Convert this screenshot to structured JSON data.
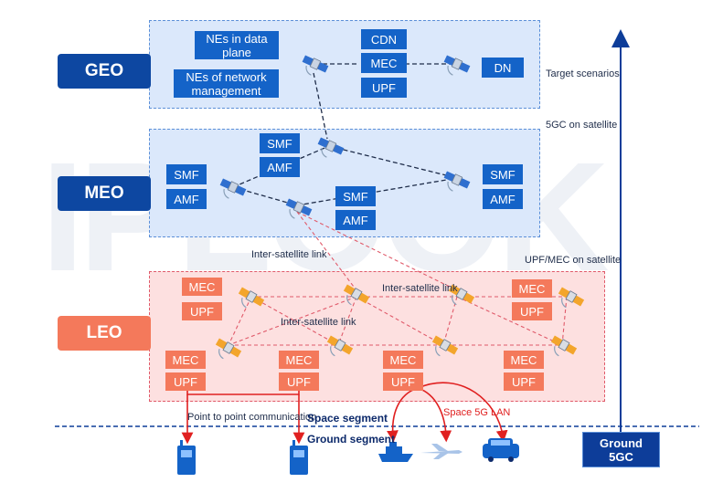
{
  "watermark": "IPLOOK",
  "layers": {
    "geo": "GEO",
    "meo": "MEO",
    "leo": "LEO"
  },
  "geo_zone": {
    "legend": [
      "NEs in data plane",
      "NEs of network management"
    ],
    "nfs": [
      "CDN",
      "MEC",
      "UPF"
    ],
    "dn": "DN"
  },
  "meo_zone": {
    "left": [
      "SMF",
      "AMF"
    ],
    "top": [
      "SMF",
      "AMF"
    ],
    "bottom": [
      "SMF",
      "AMF"
    ],
    "right": [
      "SMF",
      "AMF"
    ]
  },
  "leo_zone": {
    "top_left": [
      "MEC",
      "UPF"
    ],
    "top_right": [
      "MEC",
      "UPF"
    ],
    "bottom": [
      [
        "MEC",
        "UPF"
      ],
      [
        "MEC",
        "UPF"
      ],
      [
        "MEC",
        "UPF"
      ],
      [
        "MEC",
        "UPF"
      ]
    ]
  },
  "annotations": {
    "target_scenarios": "Target scenarios",
    "gc_on_satellite": "5GC on satellite",
    "upf_mec_on_satellite": "UPF/MEC on satellite",
    "inter_satellite_link": "Inter-satellite link",
    "point_to_point": "Point to point communication",
    "space_5g_lan": "Space 5G LAN",
    "space_segment": "Space segment",
    "ground_segment": "Ground segment"
  },
  "ground_5gc": [
    "Ground",
    "5GC"
  ],
  "colors": {
    "dark_blue": "#0d47a1",
    "nf_blue": "#1463c8",
    "leo_orange": "#f4795b",
    "link_red": "#e02020"
  }
}
